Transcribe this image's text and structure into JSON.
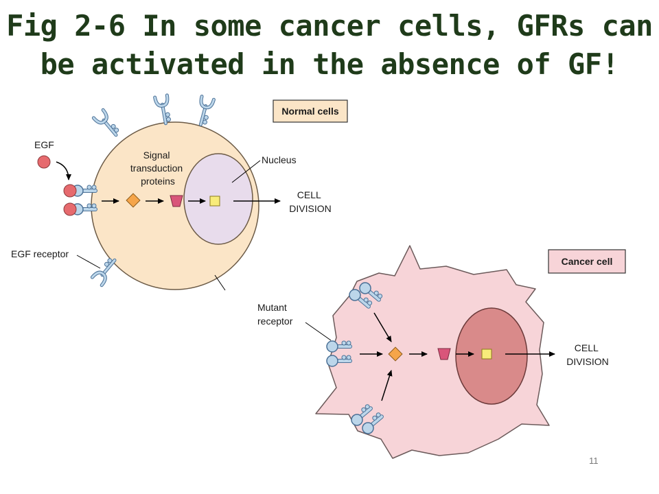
{
  "title": {
    "line1": "Fig 2-6 In some cancer cells, GFRs can",
    "line2": "be activated in the absence of GF!"
  },
  "normal_panel": {
    "badge": "Normal cells",
    "egf_label": "EGF",
    "signal_label": [
      "Signal",
      "transduction",
      "proteins"
    ],
    "nucleus_label": "Nucleus",
    "output_label": [
      "CELL",
      "DIVISION"
    ],
    "receptor_label": "EGF receptor"
  },
  "cancer_panel": {
    "badge": "Cancer cell",
    "mutant_label": [
      "Mutant",
      "receptor"
    ],
    "output_label": [
      "CELL",
      "DIVISION"
    ]
  },
  "page_number": "11",
  "colors": {
    "title": "#1f3b1a",
    "normal_cell_fill": "#fbe5c7",
    "normal_nucleus_fill": "#e8dcec",
    "cancer_cell_fill": "#f7d4d8",
    "cancer_nucleus_fill": "#d98a8a",
    "receptor_fill": "#bcd6ea",
    "receptor_stroke": "#4a7096",
    "egf_fill": "#e66a6e",
    "diamond_fill": "#f5a54a",
    "trapezoid_fill": "#d9557a",
    "square_fill": "#f8ec7a"
  },
  "icons": {
    "receptor": "receptor-icon",
    "egf": "egf-molecule-icon",
    "diamond": "kinase-diamond-icon",
    "trapezoid": "signal-protein-icon",
    "square": "transcription-factor-icon"
  }
}
